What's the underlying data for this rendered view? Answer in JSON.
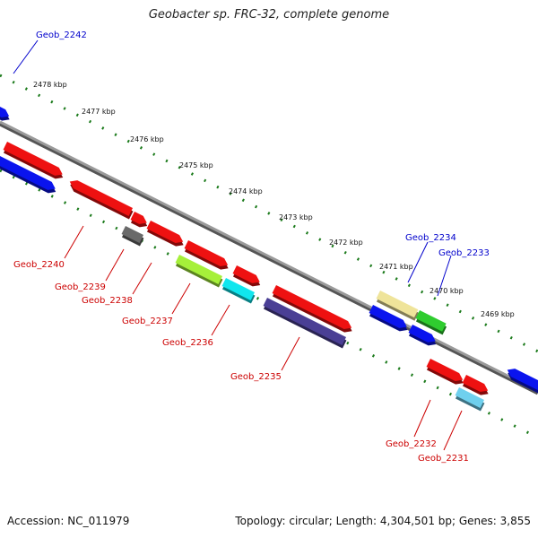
{
  "title": "Geobacter sp. FRC-32, complete genome",
  "footer": {
    "accession": "Accession: NC_011979",
    "summary": "Topology: circular; Length: 4,304,501 bp; Genes: 3,855"
  },
  "ruler_labels": [
    "2478 kbp",
    "2477 kbp",
    "2476 kbp",
    "2475 kbp",
    "2474 kbp",
    "2473 kbp",
    "2472 kbp",
    "2471 kbp",
    "2470 kbp",
    "2469 kbp"
  ],
  "gene_labels": {
    "plus_strand": [
      "Geob_2242",
      "Geob_2234",
      "Geob_2233"
    ],
    "minus_strand": [
      "Geob_2240",
      "Geob_2239",
      "Geob_2238",
      "Geob_2237",
      "Geob_2236",
      "Geob_2235",
      "Geob_2232",
      "Geob_2231"
    ]
  },
  "colors": {
    "backbone": "#808080",
    "ruler_ticks": "#1a7a1a",
    "plus_label": "#0000cc",
    "minus_label": "#cc0000",
    "red_gene": "#ee1111",
    "blue_gene": "#0a14ee",
    "gray_gene": "#6a6a6a",
    "yellow_green_gene": "#a6f03a",
    "cyan_gene": "#10e6ee",
    "indigo_gene": "#4a3f95",
    "khaki_gene": "#efe49a",
    "green_gene": "#2fcc2f",
    "light_blue_gene": "#6fd0ee"
  }
}
